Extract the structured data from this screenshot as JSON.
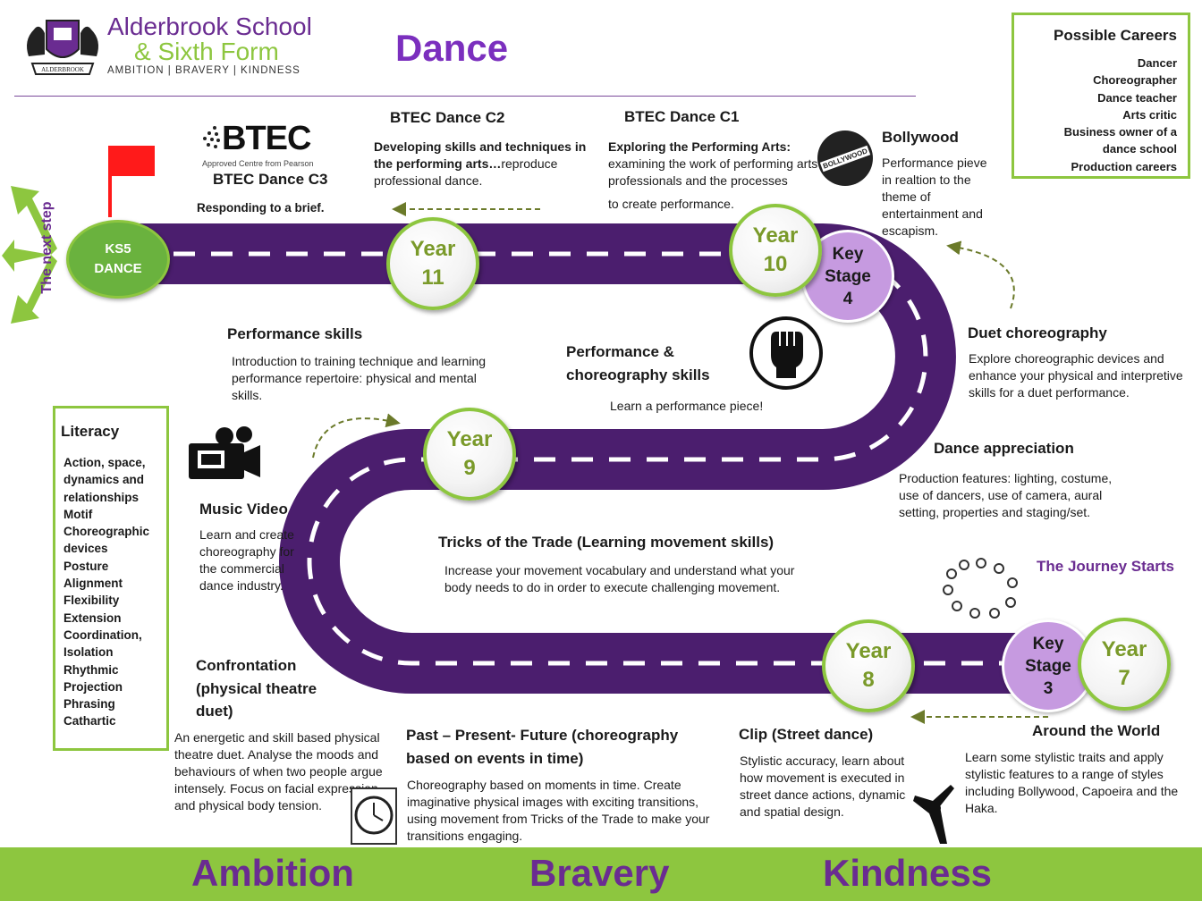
{
  "header": {
    "school_name_line1": "Alderbrook School",
    "school_name_line2": "& Sixth Form",
    "motto": "AMBITION | BRAVERY | KINDNESS",
    "crest_banner": "ALDERBROOK",
    "title": "Dance"
  },
  "careers": {
    "heading": "Possible Careers",
    "items": [
      "Dancer",
      "Choreographer",
      "Dance teacher",
      "Arts critic",
      "Business owner of a",
      "dance school",
      "Production careers"
    ]
  },
  "btec_logo": {
    "word": "BTEC",
    "tagline": "Approved Centre from Pearson"
  },
  "ks5": {
    "line1": "KS5",
    "line2": "DANCE",
    "next_step": "The next step"
  },
  "years": {
    "y11": [
      "Year",
      "11"
    ],
    "y10": [
      "Year",
      "10"
    ],
    "y9": [
      "Year",
      "9"
    ],
    "y8": [
      "Year",
      "8"
    ],
    "y7": [
      "Year",
      "7"
    ]
  },
  "key_stages": {
    "ks4": [
      "Key",
      "Stage",
      "4"
    ],
    "ks3": [
      "Key",
      "Stage",
      "3"
    ]
  },
  "topics": {
    "btec_c3": {
      "title": "BTEC Dance C3",
      "text": "Responding to a brief."
    },
    "btec_c2": {
      "title": "BTEC Dance C2",
      "bold": "Developing skills and techniques in the performing arts…",
      "text": "reproduce professional dance."
    },
    "btec_c1": {
      "title": "BTEC Dance C1",
      "bold": "Exploring the Performing Arts:",
      "text": "examining the work of performing arts professionals and the processes",
      "text2": "to create performance."
    },
    "bollywood": {
      "title": "Bollywood",
      "badge": "BOLLYWOOD",
      "lines": [
        "Performance pieve",
        "in realtion to the",
        "theme of",
        "entertainment and",
        "escapism."
      ]
    },
    "duet": {
      "title": "Duet choreography",
      "text": "Explore choreographic devices and enhance your physical and interpretive skills for a duet performance."
    },
    "performance_skills": {
      "title": "Performance skills",
      "text": "Introduction  to training technique and learning performance repertoire: physical and mental skills."
    },
    "perf_choreo": {
      "title_line1": "Performance &",
      "title_line2": "choreography  skills",
      "text": "Learn a performance  piece!"
    },
    "dance_appreciation": {
      "title": "Dance appreciation",
      "text": "Production  features: lighting, costume, use of dancers, use of camera, aural setting, properties and staging/set."
    },
    "music_video": {
      "title": "Music Video",
      "text": "Learn and create choreography for the commercial dance industry."
    },
    "tricks": {
      "title": "Tricks of the Trade (Learning movement skills)",
      "text": "Increase your movement vocabulary and understand what your body needs to do in order to execute challenging movement."
    },
    "journey": {
      "title": "The Journey Starts"
    },
    "confrontation": {
      "title_line1": "Confrontation",
      "title_line2": "(physical theatre",
      "title_line3": "duet)",
      "text": "An energetic and skill based physical theatre duet.  Analyse the moods and behaviours of when two people argue intensely. Focus on facial expression and physical body tension."
    },
    "past_present": {
      "title_line1": "Past – Present- Future (choreography",
      "title_line2": "based on events in time)",
      "text": "Choreography based on moments in time. Create imaginative physical images with exciting transitions, using  movement from Tricks of the Trade to make your transitions engaging."
    },
    "clip": {
      "title": "Clip (Street dance)",
      "text": "Stylistic accuracy, learn about how movement is executed in street dance actions, dynamics and spatial design."
    },
    "around_world": {
      "title": "Around the World",
      "text": "Learn some stylistic traits and apply stylistic features to a range of styles including Bollywood, Capoeira and the Haka."
    }
  },
  "literacy": {
    "heading": "Literacy",
    "items": [
      "Action, space,",
      "dynamics and",
      "relationships",
      "Motif",
      "Choreographic",
      "devices",
      "Posture",
      "Alignment",
      "Flexibility",
      "Extension",
      "Coordination,",
      "Isolation",
      "Rhythmic",
      "Projection",
      "Phrasing",
      "Cathartic"
    ]
  },
  "footer": {
    "words": [
      "Ambition",
      "Bravery",
      "Kindness"
    ]
  },
  "colors": {
    "road": "#4b1e6e",
    "accent_purple": "#6a2c91",
    "accent_green": "#8dc63f",
    "key_stage": "#c69ae0",
    "flag": "#ff1a1a"
  }
}
